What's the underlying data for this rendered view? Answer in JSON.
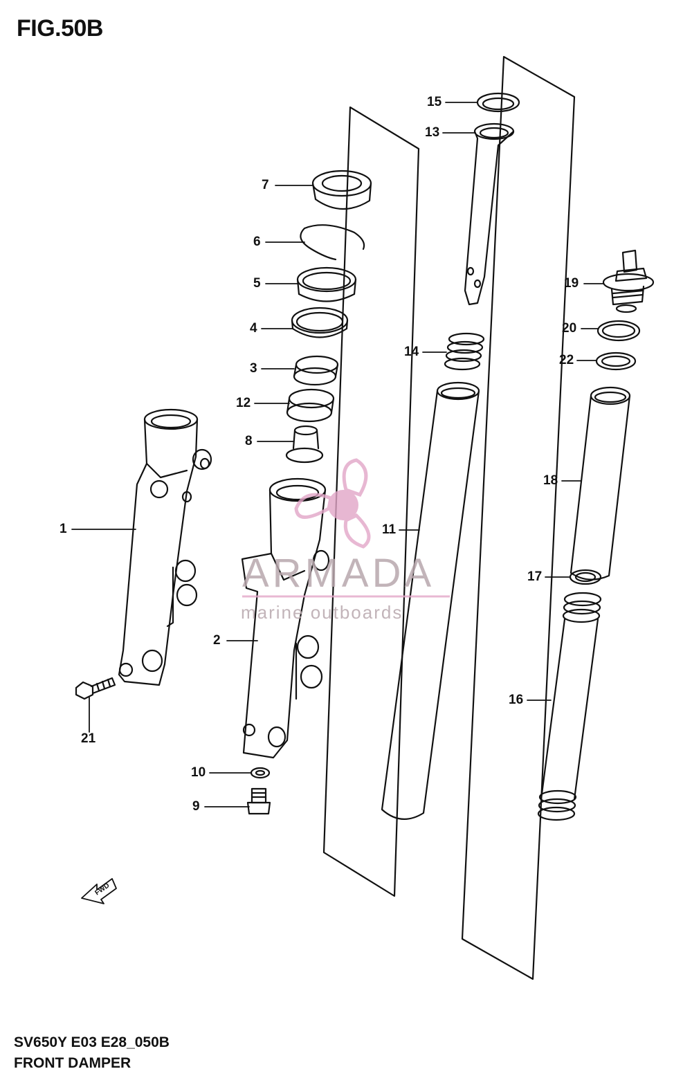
{
  "figure": {
    "title": "FIG.50B",
    "code": "SV650Y E03 E28_050B",
    "name": "FRONT DAMPER"
  },
  "watermark": {
    "word": "ARMADA",
    "tagline": "marine outboards",
    "color": "#e2a6c8"
  },
  "fwd_arrow": {
    "label": "FWD"
  },
  "callouts": [
    {
      "num": "1"
    },
    {
      "num": "2"
    },
    {
      "num": "3"
    },
    {
      "num": "4"
    },
    {
      "num": "5"
    },
    {
      "num": "6"
    },
    {
      "num": "7"
    },
    {
      "num": "8"
    },
    {
      "num": "9"
    },
    {
      "num": "10"
    },
    {
      "num": "11"
    },
    {
      "num": "12"
    },
    {
      "num": "13"
    },
    {
      "num": "14"
    },
    {
      "num": "15"
    },
    {
      "num": "16"
    },
    {
      "num": "17"
    },
    {
      "num": "18"
    },
    {
      "num": "19"
    },
    {
      "num": "20"
    },
    {
      "num": "21"
    },
    {
      "num": "22"
    }
  ]
}
